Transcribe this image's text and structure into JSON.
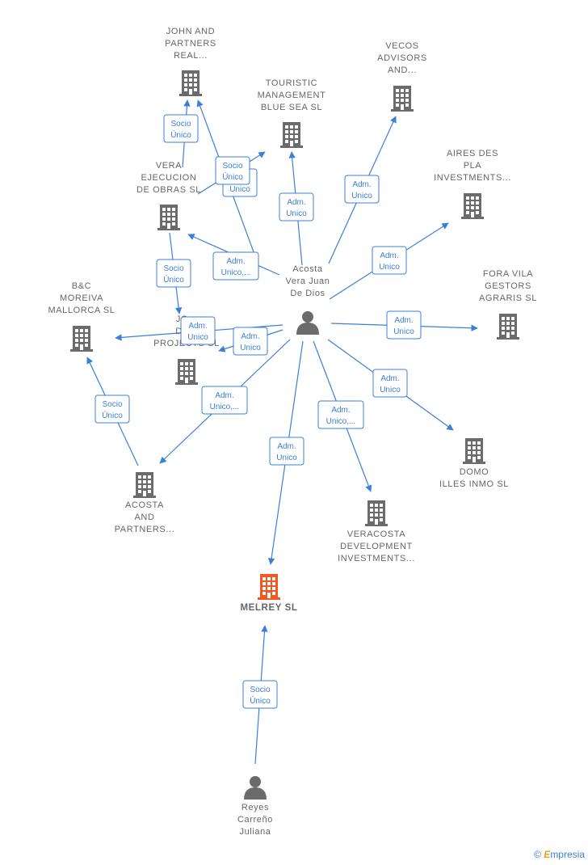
{
  "colors": {
    "edge": "#3b7fd9",
    "company": "#6b6b6b",
    "main_company": "#f05a22",
    "person": "#6b6b6b"
  },
  "watermark": {
    "symbol": "©",
    "brand_initial": "E",
    "brand_rest": "mpresia"
  },
  "nodes": [
    {
      "id": "john",
      "type": "company",
      "lines": [
        "JOHN AND",
        "PARTNERS",
        "REAL..."
      ]
    },
    {
      "id": "touristic",
      "type": "company",
      "lines": [
        "TOURISTIC",
        "MANAGEMENT",
        "BLUE SEA  SL"
      ]
    },
    {
      "id": "vecos",
      "type": "company",
      "lines": [
        "VECOS",
        "ADVISORS",
        "AND..."
      ]
    },
    {
      "id": "aires",
      "type": "company",
      "lines": [
        "AIRES DES",
        "PLA",
        "INVESTMENTS..."
      ]
    },
    {
      "id": "vera",
      "type": "company",
      "lines": [
        "VERA",
        "EJECUCION",
        "DE OBRAS  SL"
      ]
    },
    {
      "id": "fora",
      "type": "company",
      "lines": [
        "FORA VILA",
        "GESTORS",
        "AGRARIS  SL"
      ]
    },
    {
      "id": "bc",
      "type": "company",
      "lines": [
        "B&C",
        "MOREIVA",
        "MALLORCA  SL"
      ]
    },
    {
      "id": "jo",
      "type": "company",
      "lines": [
        "JO...",
        "DE...",
        "PROJECTS  SL"
      ]
    },
    {
      "id": "domo",
      "type": "company",
      "lines": [
        "DOMO",
        "ILLES INMO  SL"
      ]
    },
    {
      "id": "acosta_partners",
      "type": "company",
      "lines": [
        "ACOSTA",
        "AND",
        "PARTNERS..."
      ]
    },
    {
      "id": "veracosta",
      "type": "company",
      "lines": [
        "VERACOSTA",
        "DEVELOPMENT",
        "INVESTMENTS..."
      ]
    },
    {
      "id": "melrey",
      "type": "main",
      "lines": [
        "MELREY  SL"
      ]
    },
    {
      "id": "acosta_person",
      "type": "person",
      "lines": [
        "Acosta",
        "Vera Juan",
        "De Dios"
      ]
    },
    {
      "id": "reyes",
      "type": "person",
      "lines": [
        "Reyes",
        "Carreño",
        "Juliana"
      ]
    }
  ],
  "edges": [
    {
      "id": "vera-john",
      "label": [
        "Socio",
        "Único"
      ]
    },
    {
      "id": "acosta-john",
      "label": [
        "Adm.",
        "Unico"
      ]
    },
    {
      "id": "vera-touristic",
      "label": [
        "Socio",
        "Único"
      ]
    },
    {
      "id": "acosta-touristic",
      "label": [
        "Adm.",
        "Unico"
      ]
    },
    {
      "id": "acosta-vecos",
      "label": [
        "Adm.",
        "Unico"
      ]
    },
    {
      "id": "acosta-aires",
      "label": [
        "Adm.",
        "Unico"
      ]
    },
    {
      "id": "acosta-vera",
      "label": [
        "Adm.",
        "Unico,..."
      ]
    },
    {
      "id": "vera-jo",
      "label": [
        "Socio",
        "Único"
      ]
    },
    {
      "id": "acosta-fora",
      "label": [
        "Adm.",
        "Unico"
      ]
    },
    {
      "id": "acosta-bc",
      "label": [
        "Adm.",
        "Unico"
      ]
    },
    {
      "id": "acosta-jo",
      "label": [
        "Adm.",
        "Unico"
      ]
    },
    {
      "id": "acosta-domo",
      "label": [
        "Adm.",
        "Unico"
      ]
    },
    {
      "id": "acosta-acp",
      "label": [
        "Adm.",
        "Unico,..."
      ]
    },
    {
      "id": "acp-bc",
      "label": [
        "Socio",
        "Único"
      ]
    },
    {
      "id": "acosta-veracosta",
      "label": [
        "Adm.",
        "Unico,..."
      ]
    },
    {
      "id": "acosta-melrey",
      "label": [
        "Adm.",
        "Unico"
      ]
    },
    {
      "id": "reyes-melrey",
      "label": [
        "Socio",
        "Único"
      ]
    }
  ]
}
